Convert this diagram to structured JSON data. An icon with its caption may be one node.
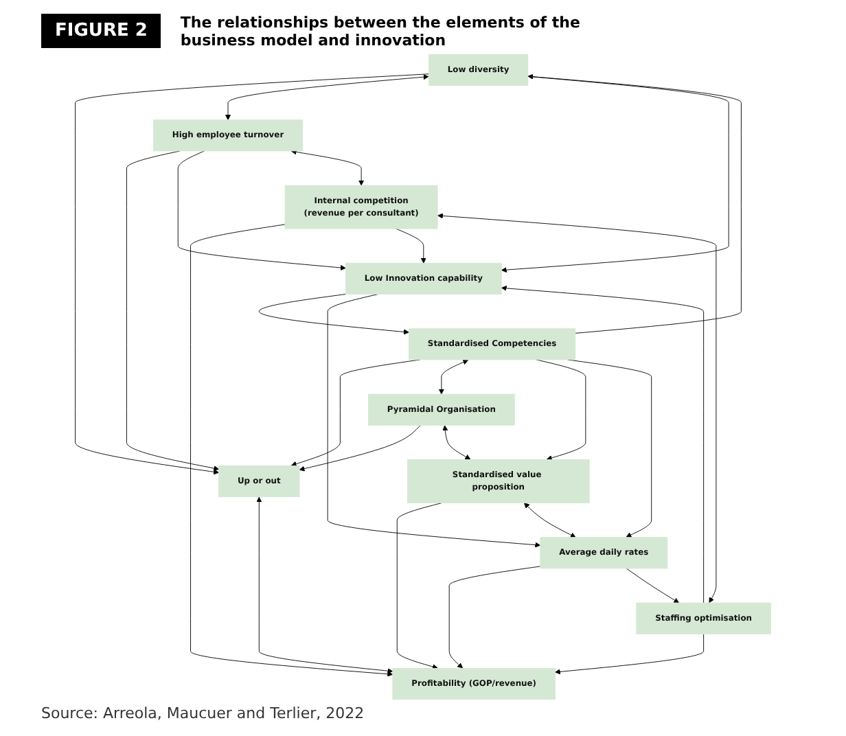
{
  "diagram": {
    "title": "The relationships between the elements of the business model and innovation",
    "caption": "Source: Arreola, Maucuer and Terlier, 2022",
    "labels": [
      "FIGURE 2"
    ],
    "nodes": [
      {
        "text": [
          "Standardised Competencies"
        ]
      },
      {
        "text": [
          "Low diversity"
        ]
      },
      {
        "text": [
          "Up or out"
        ]
      },
      {
        "text": [
          "Pyramidal Organisation"
        ]
      },
      {
        "text": [
          "High employee turnover"
        ]
      },
      {
        "text": [
          "Low Innovation capability"
        ]
      },
      {
        "text": [
          "Standardised value proposition"
        ]
      },
      {
        "text": [
          "Internal competition",
          "(revenue per consultant)"
        ]
      },
      {
        "text": [
          "Profitability (GOP/revenue)"
        ]
      },
      {
        "text": [
          "Average daily rates"
        ]
      },
      {
        "text": [
          "Staffing optimisation"
        ]
      }
    ],
    "edges": [
      {
        "from": 0,
        "to": 1,
        "arrow": "to"
      },
      {
        "from": 0,
        "to": 2,
        "arrow": "to"
      },
      {
        "from": 1,
        "to": 2,
        "arrow": "to"
      },
      {
        "from": 0,
        "to": 3,
        "arrow": "both"
      },
      {
        "from": 1,
        "to": 4,
        "arrow": "both"
      },
      {
        "from": 3,
        "to": 2,
        "arrow": "to"
      },
      {
        "from": 4,
        "to": 2,
        "arrow": "to"
      },
      {
        "from": 2,
        "to": 8,
        "arrow": "both"
      },
      {
        "from": 1,
        "to": 5,
        "arrow": "to"
      },
      {
        "from": 4,
        "to": 5,
        "arrow": "to"
      },
      {
        "from": 5,
        "to": 0,
        "arrow": "to"
      },
      {
        "from": 5,
        "to": 9,
        "arrow": "to"
      },
      {
        "from": 3,
        "to": 6,
        "arrow": "both"
      },
      {
        "from": 4,
        "to": 7,
        "arrow": "both"
      },
      {
        "from": 0,
        "to": 6,
        "arrow": "to"
      },
      {
        "from": 0,
        "to": 9,
        "arrow": "to"
      },
      {
        "from": 6,
        "to": 8,
        "arrow": "to"
      },
      {
        "from": 7,
        "to": 8,
        "arrow": "to"
      },
      {
        "from": 7,
        "to": 5,
        "arrow": "to"
      },
      {
        "from": 6,
        "to": 9,
        "arrow": "both"
      },
      {
        "from": 7,
        "to": 10,
        "arrow": "both"
      },
      {
        "from": 9,
        "to": 8,
        "arrow": "to"
      },
      {
        "from": 9,
        "to": 10,
        "arrow": "to"
      },
      {
        "from": 10,
        "to": 8,
        "arrow": "to"
      },
      {
        "from": 10,
        "to": 5,
        "arrow": "to"
      }
    ]
  }
}
